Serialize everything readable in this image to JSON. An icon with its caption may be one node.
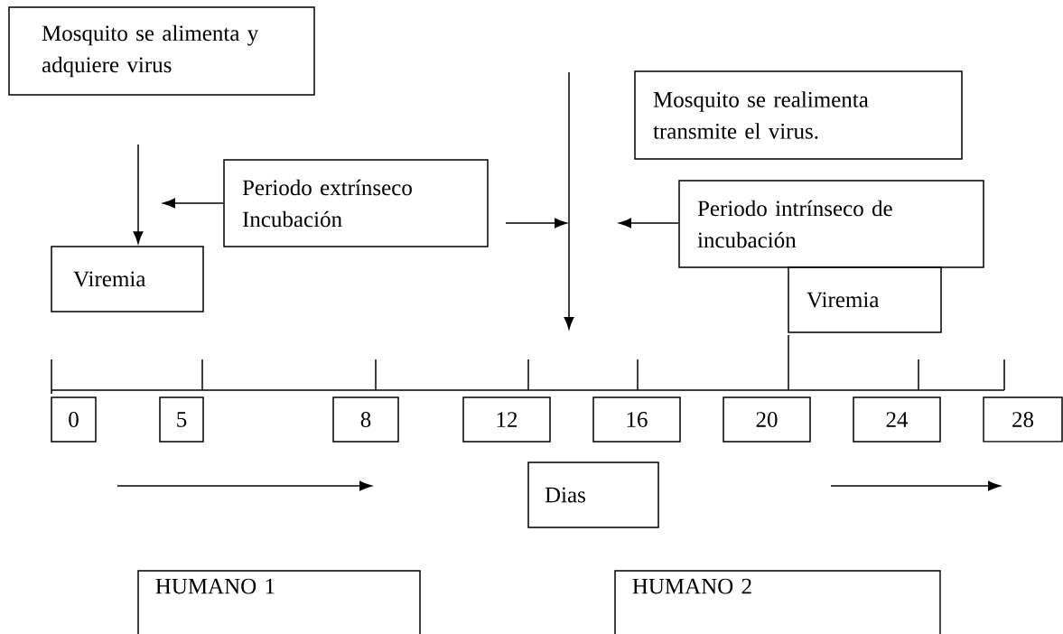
{
  "diagram": {
    "nodes": [
      {
        "text": [
          "Mosquito se alimenta y adquiere virus"
        ]
      },
      {
        "text": [
          "Mosquito se realimenta transmite el virus."
        ]
      },
      {
        "text": [
          "Periodo extrínseco Incubación"
        ]
      },
      {
        "text": [
          "Periodo intrínseco de incubación"
        ]
      },
      {
        "text": [
          "Viremia"
        ]
      },
      {
        "text": [
          "Viremia"
        ]
      },
      {
        "text": [
          "0"
        ]
      },
      {
        "text": [
          "5"
        ]
      },
      {
        "text": [
          "8"
        ]
      },
      {
        "text": [
          "12"
        ]
      },
      {
        "text": [
          "16"
        ]
      },
      {
        "text": [
          "20"
        ]
      },
      {
        "text": [
          "24"
        ]
      },
      {
        "text": [
          "28"
        ]
      },
      {
        "text": [
          "Dias"
        ]
      },
      {
        "text": [
          "HUMANO 1"
        ]
      },
      {
        "text": [
          "HUMANO 2"
        ]
      }
    ],
    "edges": [
      {
        "from": null,
        "to": 4,
        "arrow": "to"
      },
      {
        "from": 2,
        "to": null,
        "arrow": "to"
      },
      {
        "from": 3,
        "to": null,
        "arrow": "to"
      }
    ]
  }
}
